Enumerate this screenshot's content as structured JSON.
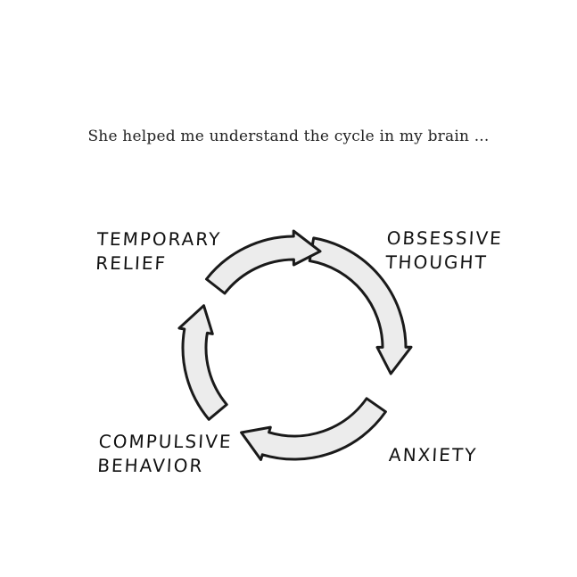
{
  "caption": "She helped me understand the cycle in my brain ...",
  "cycle": {
    "stages": [
      {
        "id": "obsessive-thought",
        "lines": [
          "OBSESSIVE",
          "THOUGHT"
        ]
      },
      {
        "id": "anxiety",
        "lines": [
          "ANXIETY"
        ]
      },
      {
        "id": "compulsive-behavior",
        "lines": [
          "COMPULSIVE",
          "BEHAVIOR"
        ]
      },
      {
        "id": "temporary-relief",
        "lines": [
          "TEMPORARY",
          "RELIEF"
        ]
      }
    ],
    "arrow_color": "#ececec",
    "stroke_color": "#1a1a1a"
  }
}
